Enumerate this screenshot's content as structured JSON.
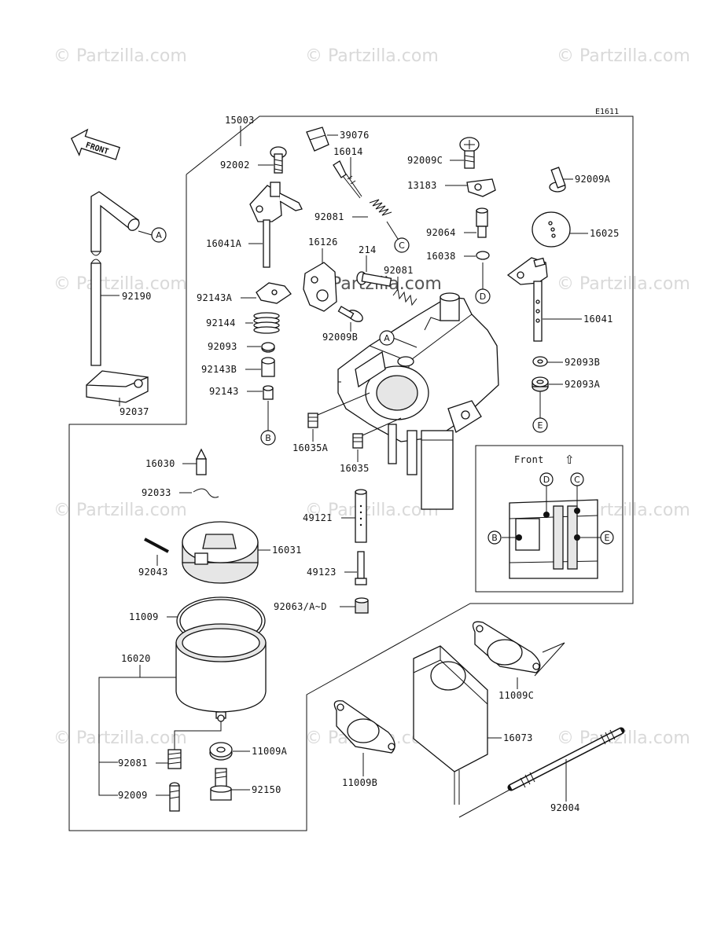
{
  "reference_code": "E1611",
  "front_arrow_label": "FRONT",
  "watermark": "© Partzilla.com",
  "inset": {
    "title": "Front",
    "arrow_glyph": "⇧"
  },
  "callout_letters": [
    "A",
    "B",
    "C",
    "D",
    "E"
  ],
  "parts": {
    "p15003": "15003",
    "p92190": "92190",
    "p92037": "92037",
    "p92002": "92002",
    "p16041A": "16041A",
    "p92143A": "92143A",
    "p92144": "92144",
    "p92093": "92093",
    "p92143B": "92143B",
    "p92143": "92143",
    "p39076": "39076",
    "p16014": "16014",
    "p92081_top": "92081",
    "p16126": "16126",
    "p214": "214",
    "p92081_mid": "92081",
    "p92009B": "92009B",
    "p92009C": "92009C",
    "p13183": "13183",
    "p92064": "92064",
    "p16038": "16038",
    "p92009A": "92009A",
    "p16025": "16025",
    "p16041": "16041",
    "p92093B": "92093B",
    "p92093A": "92093A",
    "p16035A": "16035A",
    "p16035": "16035",
    "p16030": "16030",
    "p92033": "92033",
    "p16031": "16031",
    "p92043": "92043",
    "p49121": "49121",
    "p49123": "49123",
    "p92063": "92063/A~D",
    "p11009": "11009",
    "p16020": "16020",
    "p92081_bot": "92081",
    "p92009": "92009",
    "p11009A": "11009A",
    "p92150": "92150",
    "p11009C": "11009C",
    "p16073": "16073",
    "p11009B": "11009B",
    "p92004": "92004"
  }
}
